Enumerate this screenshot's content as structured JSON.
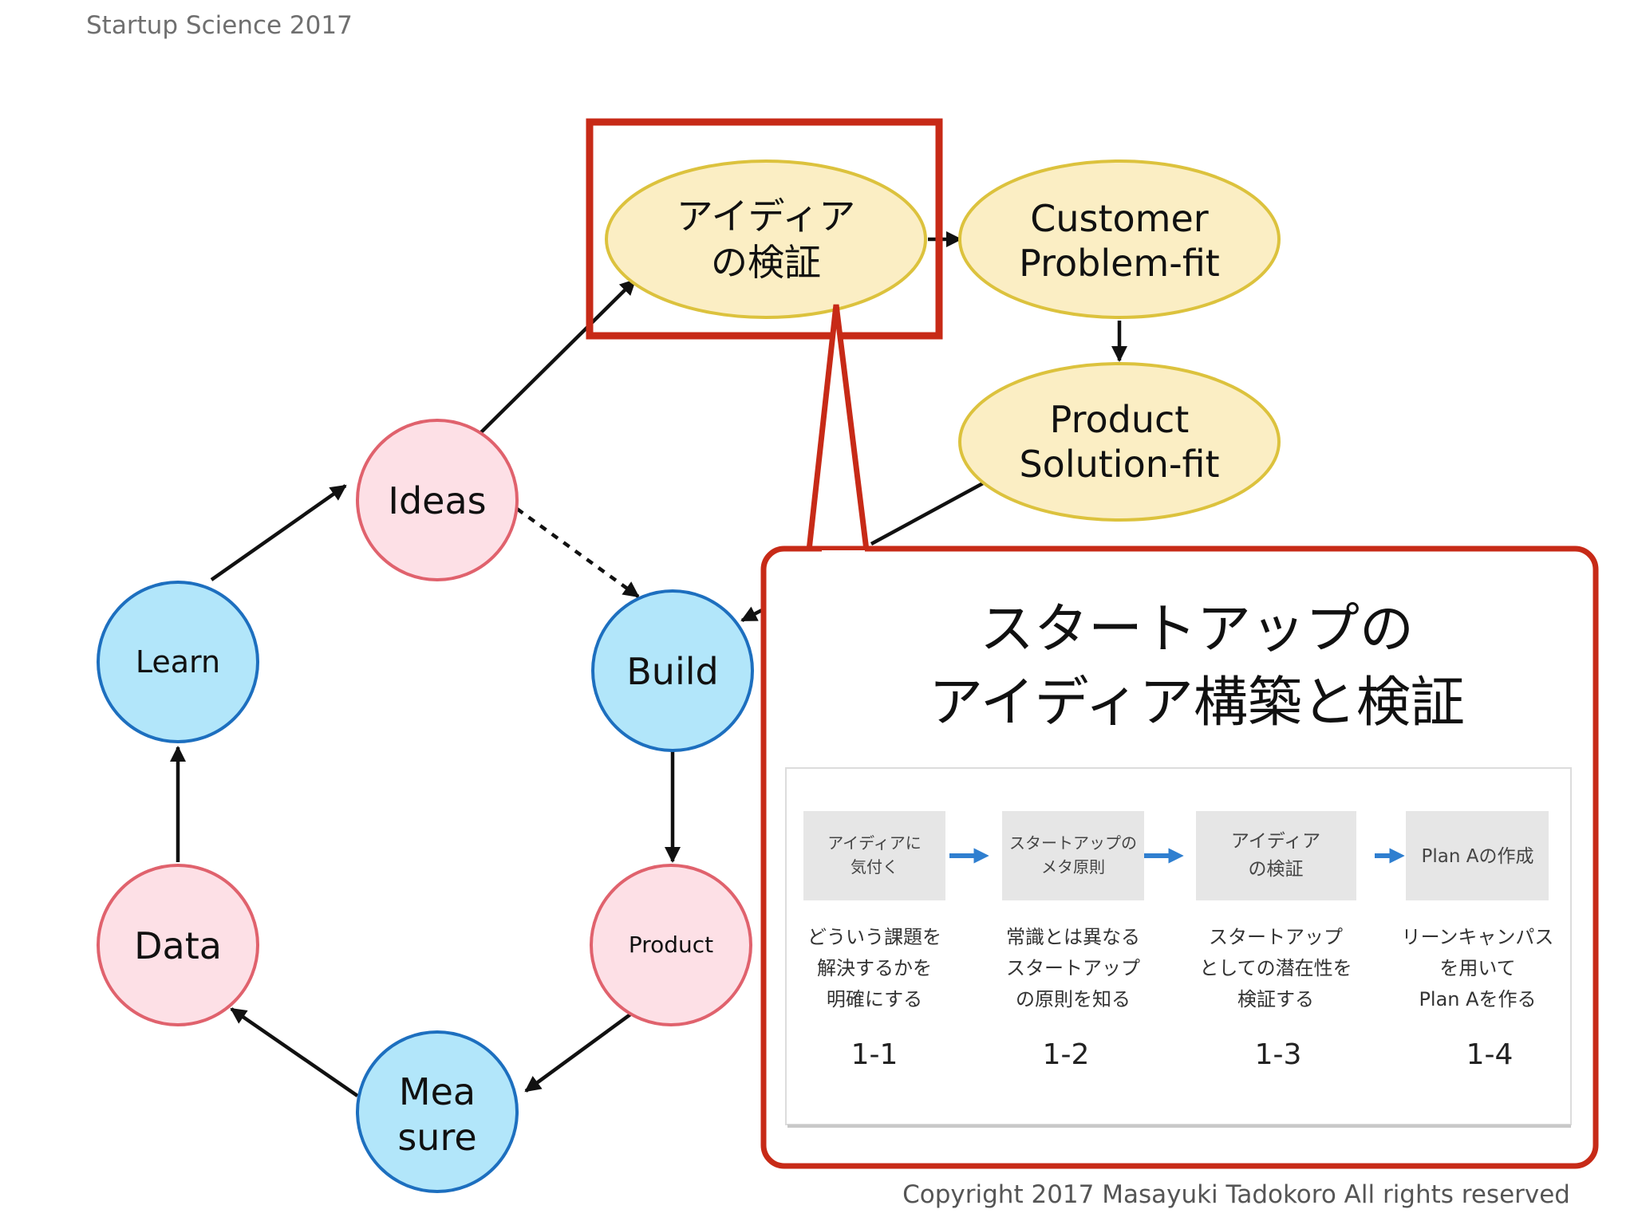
{
  "header": "Startup Science 2017",
  "footer": "Copyright 2017 Masayuki Tadokoro All rights reserved",
  "cycle": {
    "ideas": "Ideas",
    "build": "Build",
    "product": "Product",
    "measure": [
      "Mea",
      "sure"
    ],
    "data": "Data",
    "learn": "Learn"
  },
  "stages": {
    "idea_validation": [
      "アイディア",
      "の検証"
    ],
    "customer_problem_fit": [
      "Customer",
      "Problem-fit"
    ],
    "product_solution_fit": [
      "Product",
      "Solution-fit"
    ]
  },
  "callout": {
    "title": [
      "スタートアップの",
      "アイディア構築と検証"
    ],
    "steps": [
      {
        "box": [
          "アイディアに",
          "気付く"
        ],
        "desc": [
          "どういう課題を",
          "解決するかを",
          "明確にする"
        ],
        "num": "1-1"
      },
      {
        "box": [
          "スタートアップの",
          "メタ原則"
        ],
        "desc": [
          "常識とは異なる",
          "スタートアップ",
          "の原則を知る"
        ],
        "num": "1-2"
      },
      {
        "box": [
          "アイディア",
          "の検証"
        ],
        "desc": [
          "スタートアップ",
          "としての潜在性を",
          "検証する"
        ],
        "num": "1-3"
      },
      {
        "box": [
          "Plan Aの作成"
        ],
        "desc": [
          "リーンキャンパス",
          "を用いて",
          "Plan Aを作る"
        ],
        "num": "1-4"
      }
    ]
  },
  "colors": {
    "pink_fill": "#fde0e6",
    "pink_stroke": "#e0626d",
    "blue_fill": "#b2e6fa",
    "blue_stroke": "#1d6fbf",
    "yellow_fill": "#fbeec4",
    "yellow_stroke": "#dcc23d",
    "red": "#c72a17",
    "step_arrow": "#2f7fd0"
  }
}
